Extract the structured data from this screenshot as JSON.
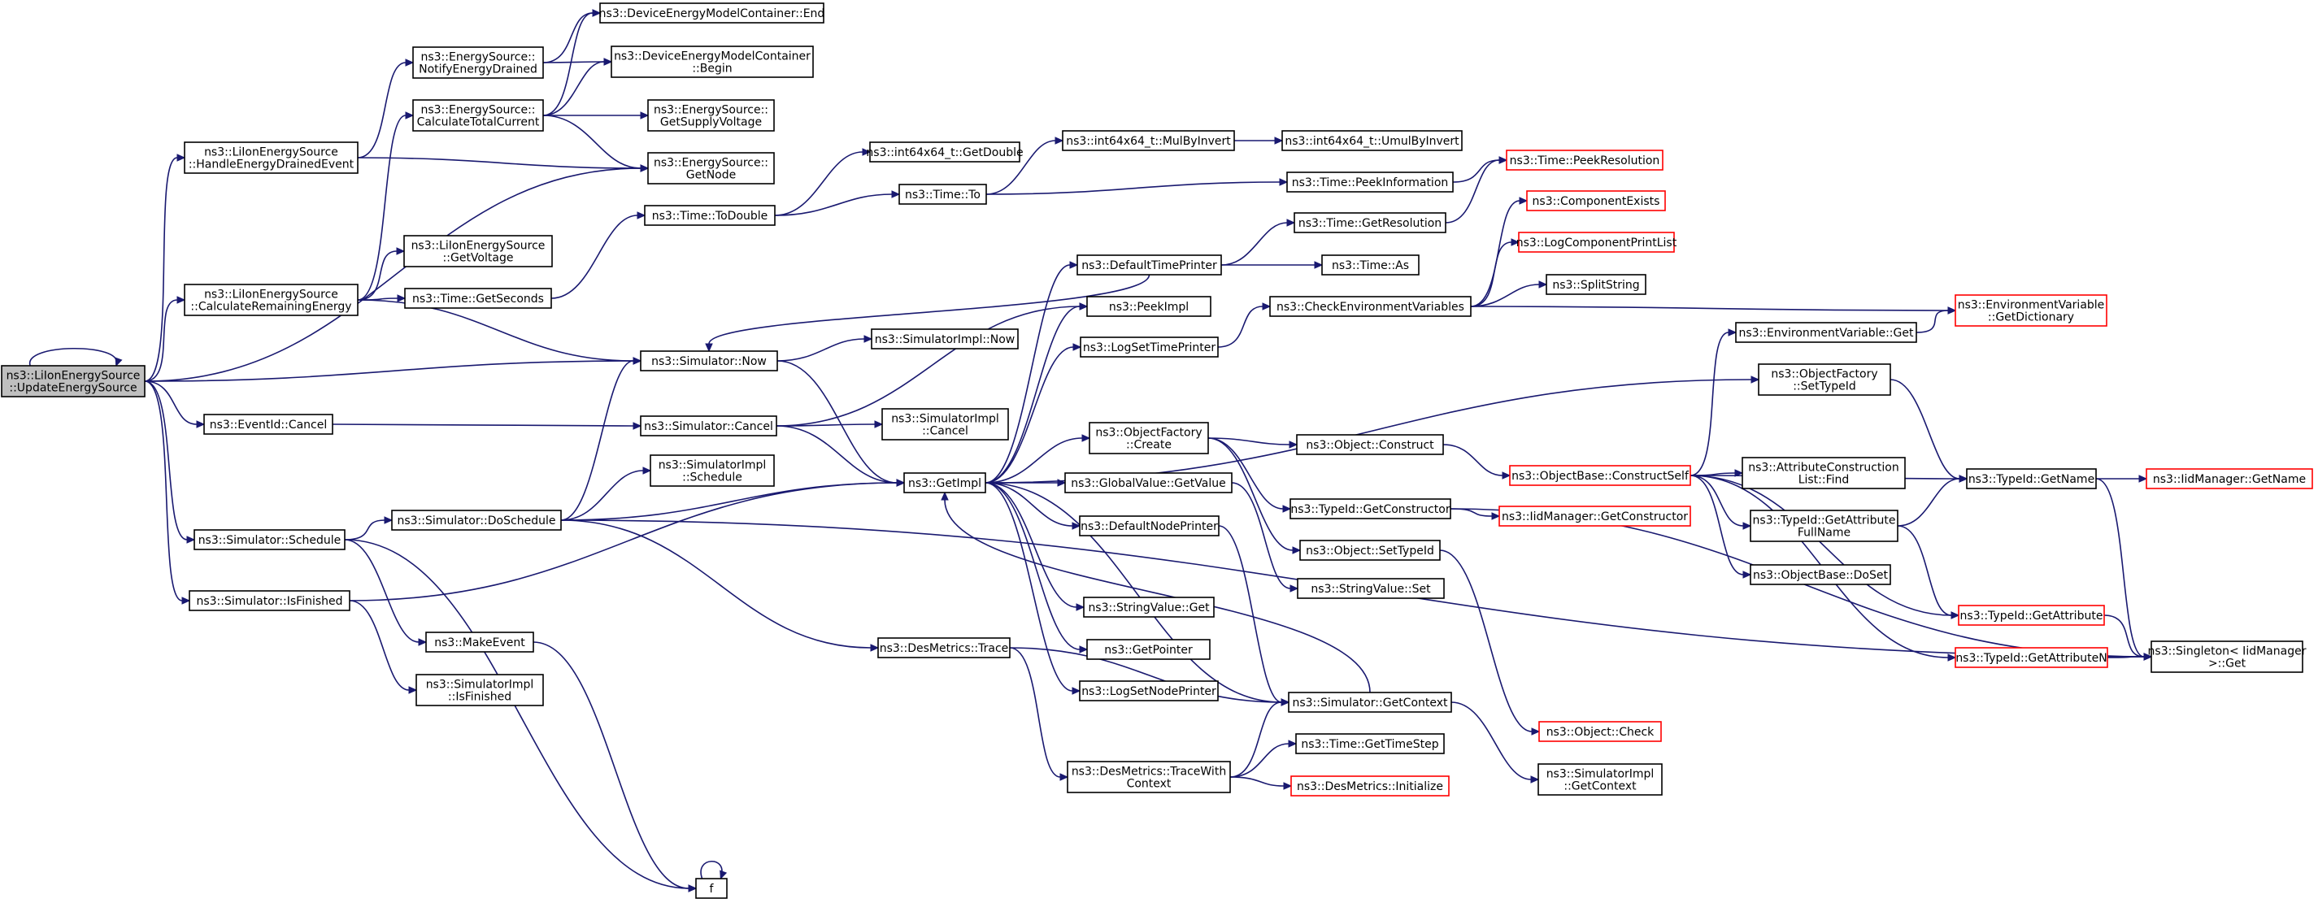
{
  "nodes": [
    {
      "id": "root",
      "lines": [
        "ns3::LiIonEnergySource",
        "::UpdateEnergySource"
      ],
      "kind": "root"
    },
    {
      "id": "handleDrained",
      "lines": [
        "ns3::LiIonEnergySource",
        "::HandleEnergyDrainedEvent"
      ]
    },
    {
      "id": "calcRemaining",
      "lines": [
        "ns3::LiIonEnergySource",
        "::CalculateRemainingEnergy"
      ]
    },
    {
      "id": "eventCancel",
      "lines": [
        "ns3::EventId::Cancel"
      ]
    },
    {
      "id": "simSchedule",
      "lines": [
        "ns3::Simulator::Schedule"
      ]
    },
    {
      "id": "simIsFinished",
      "lines": [
        "ns3::Simulator::IsFinished"
      ]
    },
    {
      "id": "notifyDrained",
      "lines": [
        "ns3::EnergySource::",
        "NotifyEnergyDrained"
      ]
    },
    {
      "id": "calcTotalCurrent",
      "lines": [
        "ns3::EnergySource::",
        "CalculateTotalCurrent"
      ]
    },
    {
      "id": "liionGetVoltage",
      "lines": [
        "ns3::LiIonEnergySource",
        "::GetVoltage"
      ]
    },
    {
      "id": "timeGetSeconds",
      "lines": [
        "ns3::Time::GetSeconds"
      ]
    },
    {
      "id": "simDoSchedule",
      "lines": [
        "ns3::Simulator::DoSchedule"
      ]
    },
    {
      "id": "makeEvent",
      "lines": [
        "ns3::MakeEvent"
      ]
    },
    {
      "id": "simImplIsFinished",
      "lines": [
        "ns3::SimulatorImpl",
        "::IsFinished"
      ]
    },
    {
      "id": "demcEnd",
      "lines": [
        "ns3::DeviceEnergyModelContainer::End"
      ]
    },
    {
      "id": "demcBegin",
      "lines": [
        "ns3::DeviceEnergyModelContainer",
        "::Begin"
      ]
    },
    {
      "id": "getSupplyVoltage",
      "lines": [
        "ns3::EnergySource::",
        "GetSupplyVoltage"
      ]
    },
    {
      "id": "esGetNode",
      "lines": [
        "ns3::EnergySource::",
        "GetNode"
      ]
    },
    {
      "id": "timeToDouble",
      "lines": [
        "ns3::Time::ToDouble"
      ]
    },
    {
      "id": "simNow",
      "lines": [
        "ns3::Simulator::Now"
      ]
    },
    {
      "id": "simCancel",
      "lines": [
        "ns3::Simulator::Cancel"
      ]
    },
    {
      "id": "simImplSchedule",
      "lines": [
        "ns3::SimulatorImpl",
        "::Schedule"
      ]
    },
    {
      "id": "getImpl",
      "lines": [
        "ns3::GetImpl"
      ]
    },
    {
      "id": "desTrace",
      "lines": [
        "ns3::DesMetrics::Trace"
      ]
    },
    {
      "id": "f",
      "lines": [
        "f"
      ]
    },
    {
      "id": "int64GetDouble",
      "lines": [
        "ns3::int64x64_t::GetDouble"
      ]
    },
    {
      "id": "timeTo",
      "lines": [
        "ns3::Time::To"
      ]
    },
    {
      "id": "simImplNow",
      "lines": [
        "ns3::SimulatorImpl::Now"
      ]
    },
    {
      "id": "simImplCancel",
      "lines": [
        "ns3::SimulatorImpl",
        "::Cancel"
      ]
    },
    {
      "id": "int64MulByInvert",
      "lines": [
        "ns3::int64x64_t::MulByInvert"
      ]
    },
    {
      "id": "int64UmulByInvert",
      "lines": [
        "ns3::int64x64_t::UmulByInvert"
      ]
    },
    {
      "id": "timePeekInformation",
      "lines": [
        "ns3::Time::PeekInformation"
      ]
    },
    {
      "id": "timePeekResolution",
      "lines": [
        "ns3::Time::PeekResolution"
      ],
      "kind": "truncated"
    },
    {
      "id": "defaultTimePrinter",
      "lines": [
        "ns3::DefaultTimePrinter"
      ]
    },
    {
      "id": "peekImpl",
      "lines": [
        "ns3::PeekImpl"
      ]
    },
    {
      "id": "logSetTimePrinter",
      "lines": [
        "ns3::LogSetTimePrinter"
      ]
    },
    {
      "id": "ofCreate",
      "lines": [
        "ns3::ObjectFactory",
        "::Create"
      ]
    },
    {
      "id": "gvGetValue",
      "lines": [
        "ns3::GlobalValue::GetValue"
      ]
    },
    {
      "id": "defaultNodePrinter",
      "lines": [
        "ns3::DefaultNodePrinter"
      ]
    },
    {
      "id": "stringValueGet",
      "lines": [
        "ns3::StringValue::Get"
      ]
    },
    {
      "id": "getPointer",
      "lines": [
        "ns3::GetPointer"
      ]
    },
    {
      "id": "logSetNodePrinter",
      "lines": [
        "ns3::LogSetNodePrinter"
      ]
    },
    {
      "id": "desTraceWithContext",
      "lines": [
        "ns3::DesMetrics::TraceWith",
        "Context"
      ]
    },
    {
      "id": "timeGetResolution",
      "lines": [
        "ns3::Time::GetResolution"
      ]
    },
    {
      "id": "timeAs",
      "lines": [
        "ns3::Time::As"
      ]
    },
    {
      "id": "checkEnvVars",
      "lines": [
        "ns3::CheckEnvironmentVariables"
      ]
    },
    {
      "id": "objectConstruct",
      "lines": [
        "ns3::Object::Construct"
      ]
    },
    {
      "id": "typeIdGetConstructor",
      "lines": [
        "ns3::TypeId::GetConstructor"
      ]
    },
    {
      "id": "objectSetTypeId",
      "lines": [
        "ns3::Object::SetTypeId"
      ]
    },
    {
      "id": "stringValueSet",
      "lines": [
        "ns3::StringValue::Set"
      ]
    },
    {
      "id": "simGetContext",
      "lines": [
        "ns3::Simulator::GetContext"
      ]
    },
    {
      "id": "timeGetTimeStep",
      "lines": [
        "ns3::Time::GetTimeStep"
      ]
    },
    {
      "id": "desInitialize",
      "lines": [
        "ns3::DesMetrics::Initialize"
      ],
      "kind": "truncated"
    },
    {
      "id": "componentExists",
      "lines": [
        "ns3::ComponentExists"
      ],
      "kind": "truncated"
    },
    {
      "id": "logComponentPrintList",
      "lines": [
        "ns3::LogComponentPrintList"
      ],
      "kind": "truncated"
    },
    {
      "id": "splitString",
      "lines": [
        "ns3::SplitString"
      ]
    },
    {
      "id": "objectBaseConstructSelf",
      "lines": [
        "ns3::ObjectBase::ConstructSelf"
      ],
      "kind": "truncated"
    },
    {
      "id": "iidGetConstructor",
      "lines": [
        "ns3::IidManager::GetConstructor"
      ],
      "kind": "truncated"
    },
    {
      "id": "objectCheck",
      "lines": [
        "ns3::Object::Check"
      ],
      "kind": "truncated"
    },
    {
      "id": "simImplGetContext",
      "lines": [
        "ns3::SimulatorImpl",
        "::GetContext"
      ]
    },
    {
      "id": "envVarGet",
      "lines": [
        "ns3::EnvironmentVariable::Get"
      ]
    },
    {
      "id": "ofSetTypeId",
      "lines": [
        "ns3::ObjectFactory",
        "::SetTypeId"
      ]
    },
    {
      "id": "attrConstructionFind",
      "lines": [
        "ns3::AttributeConstruction",
        "List::Find"
      ]
    },
    {
      "id": "typeIdGetAttrFullName",
      "lines": [
        "ns3::TypeId::GetAttribute",
        "FullName"
      ]
    },
    {
      "id": "objectBaseDoSet",
      "lines": [
        "ns3::ObjectBase::DoSet"
      ]
    },
    {
      "id": "envVarGetDictionary",
      "lines": [
        "ns3::EnvironmentVariable",
        "::GetDictionary"
      ],
      "kind": "truncated"
    },
    {
      "id": "typeIdGetName",
      "lines": [
        "ns3::TypeId::GetName"
      ]
    },
    {
      "id": "typeIdGetAttribute",
      "lines": [
        "ns3::TypeId::GetAttribute"
      ],
      "kind": "truncated"
    },
    {
      "id": "typeIdGetAttributeN",
      "lines": [
        "ns3::TypeId::GetAttributeN"
      ],
      "kind": "truncated"
    },
    {
      "id": "iidGetName",
      "lines": [
        "ns3::IidManager::GetName"
      ],
      "kind": "truncated"
    },
    {
      "id": "singletonGet",
      "lines": [
        "ns3::Singleton< IidManager",
        " >::Get"
      ]
    }
  ],
  "edges": [
    [
      "root",
      "root"
    ],
    [
      "root",
      "handleDrained"
    ],
    [
      "root",
      "esGetNode"
    ],
    [
      "root",
      "calcRemaining"
    ],
    [
      "root",
      "simNow"
    ],
    [
      "root",
      "eventCancel"
    ],
    [
      "root",
      "simSchedule"
    ],
    [
      "root",
      "simIsFinished"
    ],
    [
      "handleDrained",
      "notifyDrained"
    ],
    [
      "handleDrained",
      "esGetNode"
    ],
    [
      "calcRemaining",
      "calcTotalCurrent"
    ],
    [
      "calcRemaining",
      "liionGetVoltage"
    ],
    [
      "calcRemaining",
      "timeGetSeconds"
    ],
    [
      "calcRemaining",
      "simNow"
    ],
    [
      "eventCancel",
      "simCancel"
    ],
    [
      "simSchedule",
      "simDoSchedule"
    ],
    [
      "simSchedule",
      "makeEvent"
    ],
    [
      "simSchedule",
      "f"
    ],
    [
      "simIsFinished",
      "getImpl"
    ],
    [
      "simIsFinished",
      "simImplIsFinished"
    ],
    [
      "notifyDrained",
      "demcEnd"
    ],
    [
      "notifyDrained",
      "demcBegin"
    ],
    [
      "calcTotalCurrent",
      "demcEnd"
    ],
    [
      "calcTotalCurrent",
      "demcBegin"
    ],
    [
      "calcTotalCurrent",
      "getSupplyVoltage"
    ],
    [
      "calcTotalCurrent",
      "esGetNode"
    ],
    [
      "timeGetSeconds",
      "timeToDouble"
    ],
    [
      "simDoSchedule",
      "simNow"
    ],
    [
      "simDoSchedule",
      "simImplSchedule"
    ],
    [
      "simDoSchedule",
      "getImpl"
    ],
    [
      "simDoSchedule",
      "desTrace"
    ],
    [
      "simDoSchedule",
      "singletonGet"
    ],
    [
      "makeEvent",
      "f"
    ],
    [
      "timeToDouble",
      "int64GetDouble"
    ],
    [
      "timeToDouble",
      "timeTo"
    ],
    [
      "simNow",
      "simImplNow"
    ],
    [
      "simNow",
      "getImpl"
    ],
    [
      "simCancel",
      "simImplCancel"
    ],
    [
      "simCancel",
      "getImpl"
    ],
    [
      "simCancel",
      "peekImpl"
    ],
    [
      "getImpl",
      "defaultTimePrinter"
    ],
    [
      "getImpl",
      "peekImpl"
    ],
    [
      "getImpl",
      "logSetTimePrinter"
    ],
    [
      "getImpl",
      "ofCreate"
    ],
    [
      "getImpl",
      "gvGetValue"
    ],
    [
      "getImpl",
      "defaultNodePrinter"
    ],
    [
      "getImpl",
      "stringValueGet"
    ],
    [
      "getImpl",
      "getPointer"
    ],
    [
      "getImpl",
      "logSetNodePrinter"
    ],
    [
      "getImpl",
      "ofSetTypeId"
    ],
    [
      "getImpl",
      "simGetContext"
    ],
    [
      "defaultTimePrinter",
      "simNow"
    ],
    [
      "defaultTimePrinter",
      "timeGetResolution"
    ],
    [
      "defaultTimePrinter",
      "timeAs"
    ],
    [
      "desTrace",
      "simGetContext"
    ],
    [
      "desTrace",
      "desTraceWithContext"
    ],
    [
      "f",
      "f"
    ],
    [
      "timeTo",
      "int64MulByInvert"
    ],
    [
      "timeTo",
      "timePeekInformation"
    ],
    [
      "int64MulByInvert",
      "int64UmulByInvert"
    ],
    [
      "timePeekInformation",
      "timePeekResolution"
    ],
    [
      "timeGetResolution",
      "timePeekResolution"
    ],
    [
      "logSetTimePrinter",
      "checkEnvVars"
    ],
    [
      "ofCreate",
      "objectConstruct"
    ],
    [
      "ofCreate",
      "typeIdGetConstructor"
    ],
    [
      "ofCreate",
      "objectSetTypeId"
    ],
    [
      "gvGetValue",
      "stringValueSet"
    ],
    [
      "defaultNodePrinter",
      "simGetContext"
    ],
    [
      "desTraceWithContext",
      "simGetContext"
    ],
    [
      "desTraceWithContext",
      "timeGetTimeStep"
    ],
    [
      "desTraceWithContext",
      "desInitialize"
    ],
    [
      "checkEnvVars",
      "componentExists"
    ],
    [
      "checkEnvVars",
      "logComponentPrintList"
    ],
    [
      "checkEnvVars",
      "splitString"
    ],
    [
      "checkEnvVars",
      "envVarGetDictionary"
    ],
    [
      "objectConstruct",
      "objectBaseConstructSelf"
    ],
    [
      "typeIdGetConstructor",
      "iidGetConstructor"
    ],
    [
      "typeIdGetConstructor",
      "singletonGet"
    ],
    [
      "objectSetTypeId",
      "objectCheck"
    ],
    [
      "simGetContext",
      "getImpl"
    ],
    [
      "simGetContext",
      "simImplGetContext"
    ],
    [
      "objectBaseConstructSelf",
      "envVarGet"
    ],
    [
      "objectBaseConstructSelf",
      "attrConstructionFind"
    ],
    [
      "objectBaseConstructSelf",
      "typeIdGetAttrFullName"
    ],
    [
      "objectBaseConstructSelf",
      "objectBaseDoSet"
    ],
    [
      "objectBaseConstructSelf",
      "typeIdGetName"
    ],
    [
      "objectBaseConstructSelf",
      "typeIdGetAttribute"
    ],
    [
      "objectBaseConstructSelf",
      "typeIdGetAttributeN"
    ],
    [
      "envVarGet",
      "envVarGetDictionary"
    ],
    [
      "ofSetTypeId",
      "typeIdGetName"
    ],
    [
      "typeIdGetAttrFullName",
      "typeIdGetName"
    ],
    [
      "typeIdGetAttrFullName",
      "typeIdGetAttribute"
    ],
    [
      "typeIdGetName",
      "iidGetName"
    ],
    [
      "typeIdGetName",
      "singletonGet"
    ],
    [
      "typeIdGetAttribute",
      "singletonGet"
    ],
    [
      "typeIdGetAttributeN",
      "singletonGet"
    ]
  ]
}
